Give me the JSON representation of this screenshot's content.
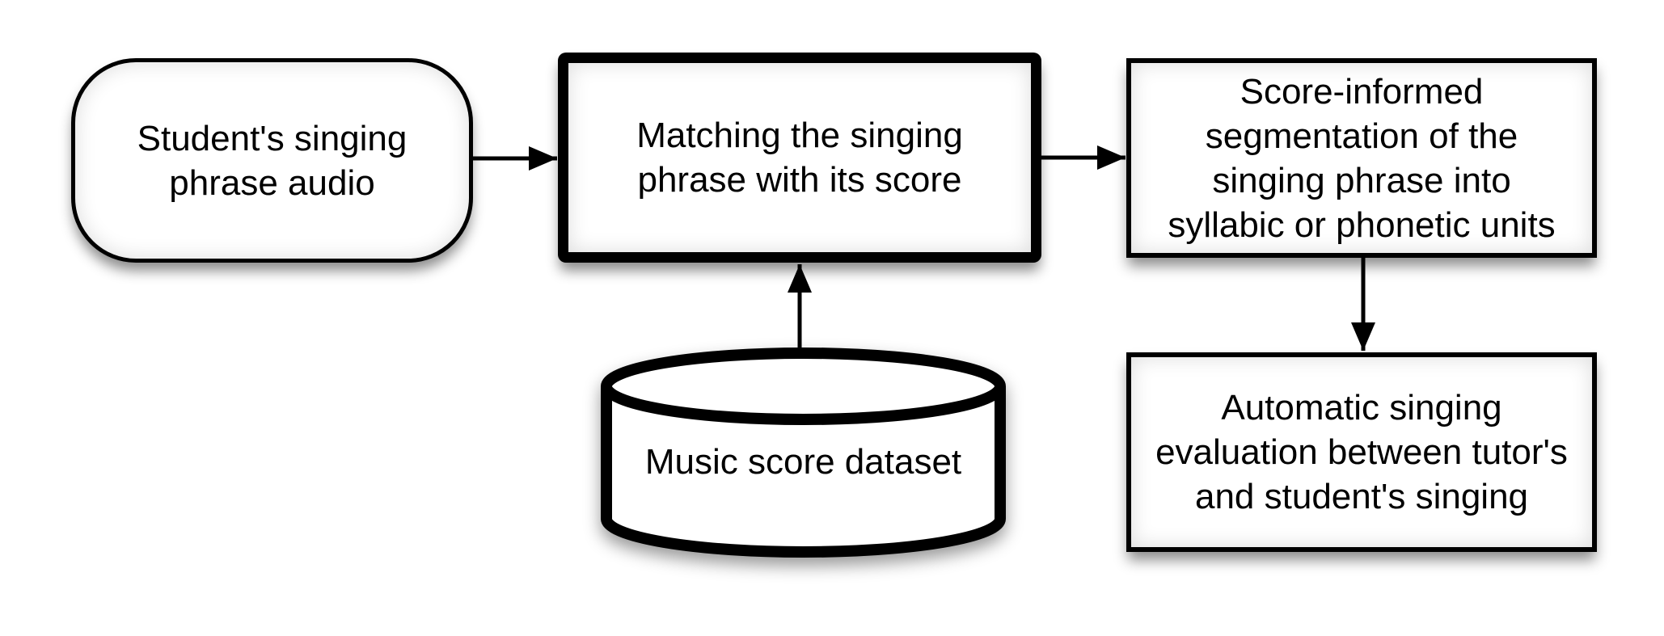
{
  "diagram": {
    "type": "flowchart",
    "background": "#ffffff",
    "colors": {
      "node_fill": "#ffffff",
      "node_stroke": "#000000",
      "arrow": "#000000",
      "text": "#000000"
    },
    "nodes": {
      "student_audio": {
        "shape": "rounded-rectangle",
        "lines": [
          "Student's singing",
          "phrase audio"
        ]
      },
      "matching": {
        "shape": "rectangle-bold-border",
        "lines": [
          "Matching the singing",
          "phrase with its score"
        ]
      },
      "segmentation": {
        "shape": "rectangle",
        "lines": [
          "Score-informed",
          "segmentation of the",
          "singing phrase into",
          "syllabic or phonetic units"
        ]
      },
      "evaluation": {
        "shape": "rectangle",
        "lines": [
          "Automatic singing",
          "evaluation between tutor's",
          "and student's singing"
        ]
      },
      "dataset": {
        "shape": "cylinder",
        "lines": [
          "Music score dataset"
        ]
      }
    },
    "edges": [
      {
        "from": "student_audio",
        "to": "matching",
        "direction": "right"
      },
      {
        "from": "matching",
        "to": "segmentation",
        "direction": "right"
      },
      {
        "from": "segmentation",
        "to": "evaluation",
        "direction": "down"
      },
      {
        "from": "dataset",
        "to": "matching",
        "direction": "up"
      }
    ]
  }
}
